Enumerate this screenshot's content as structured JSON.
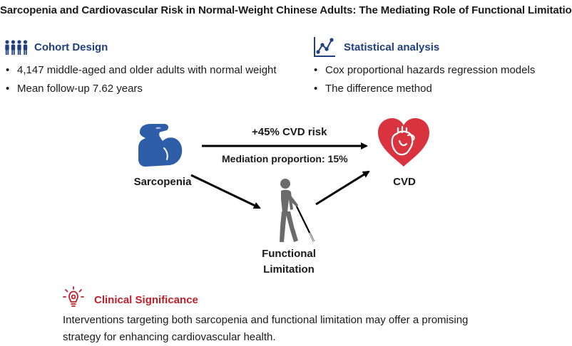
{
  "title": "Sarcopenia and Cardiovascular Risk in Normal-Weight Chinese Adults: The Mediating Role of Functional Limitation",
  "cohort": {
    "heading": "Cohort Design",
    "icon": "people-group-icon",
    "items": [
      "4,147 middle-aged and older adults with normal weight",
      "Mean follow-up 7.62 years"
    ]
  },
  "stats": {
    "heading": "Statistical analysis",
    "icon": "line-chart-icon",
    "items": [
      "Cox proportional hazards regression models",
      "The difference method"
    ]
  },
  "diagram": {
    "nodes": {
      "sarcopenia": {
        "label": "Sarcopenia",
        "icon": "flexed-arm-icon"
      },
      "cvd": {
        "label": "CVD",
        "icon": "heart-icon"
      },
      "functional": {
        "label_line1": "Functional",
        "label_line2": "Limitation",
        "icon": "person-with-cane-icon"
      }
    },
    "edges": {
      "direct": "+45% CVD risk",
      "mediation": "Mediation proportion: 15%"
    }
  },
  "clinical": {
    "heading": "Clinical Significance",
    "icon": "lightbulb-gear-icon",
    "text_line1": "Interventions targeting both sarcopenia and functional limitation may offer a promising",
    "text_line2": "strategy for enhancing cardiovascular health."
  },
  "colors": {
    "navy": "#1f3f7f",
    "arm_blue": "#2f5ea8",
    "heart_red": "#d9333f",
    "figure_gray": "#6b6b6b",
    "red_heading": "#c0202a"
  }
}
